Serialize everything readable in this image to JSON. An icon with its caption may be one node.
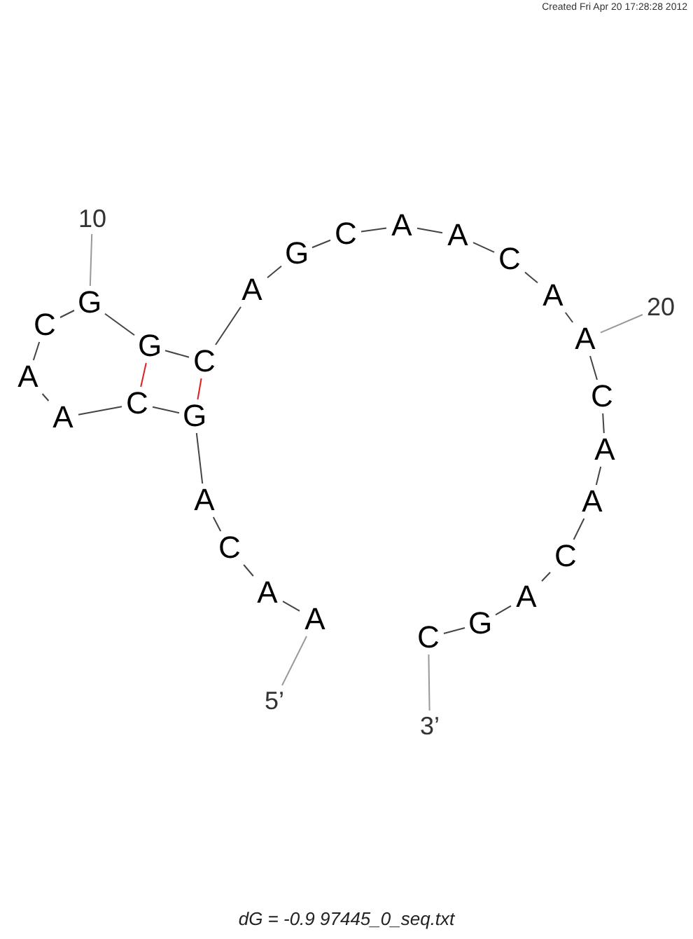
{
  "diagram": {
    "caption": "dG = -0.9 97445_0_seq.txt",
    "nodes": [
      {
        "text": [
          "A"
        ]
      },
      {
        "text": [
          "A"
        ]
      },
      {
        "text": [
          "C"
        ]
      },
      {
        "text": [
          "A"
        ]
      },
      {
        "text": [
          "G"
        ]
      },
      {
        "text": [
          "C"
        ]
      },
      {
        "text": [
          "A"
        ]
      },
      {
        "text": [
          "A"
        ]
      },
      {
        "text": [
          "C"
        ]
      },
      {
        "text": [
          "G"
        ]
      },
      {
        "text": [
          "G"
        ]
      },
      {
        "text": [
          "C"
        ]
      },
      {
        "text": [
          "A"
        ]
      },
      {
        "text": [
          "G"
        ]
      },
      {
        "text": [
          "C"
        ]
      },
      {
        "text": [
          "A"
        ]
      },
      {
        "text": [
          "A"
        ]
      },
      {
        "text": [
          "C"
        ]
      },
      {
        "text": [
          "A"
        ]
      },
      {
        "text": [
          "A"
        ]
      },
      {
        "text": [
          "C"
        ]
      },
      {
        "text": [
          "A"
        ]
      },
      {
        "text": [
          "A"
        ]
      },
      {
        "text": [
          "C"
        ]
      },
      {
        "text": [
          "A"
        ]
      },
      {
        "text": [
          "G"
        ]
      },
      {
        "text": [
          "C"
        ]
      },
      {
        "text": [
          "10"
        ]
      },
      {
        "text": [
          "20"
        ]
      },
      {
        "text": [
          "5’"
        ]
      },
      {
        "text": [
          "3’"
        ]
      }
    ],
    "edges": [
      {
        "from": 0,
        "to": 1,
        "arrow": "none"
      },
      {
        "from": 1,
        "to": 2,
        "arrow": "none"
      },
      {
        "from": 2,
        "to": 3,
        "arrow": "none"
      },
      {
        "from": 3,
        "to": 4,
        "arrow": "none"
      },
      {
        "from": 4,
        "to": 5,
        "arrow": "none"
      },
      {
        "from": 5,
        "to": 6,
        "arrow": "none"
      },
      {
        "from": 6,
        "to": 7,
        "arrow": "none"
      },
      {
        "from": 7,
        "to": 8,
        "arrow": "none"
      },
      {
        "from": 8,
        "to": 9,
        "arrow": "none"
      },
      {
        "from": 9,
        "to": 10,
        "arrow": "none"
      },
      {
        "from": 10,
        "to": 11,
        "arrow": "none"
      },
      {
        "from": 11,
        "to": 12,
        "arrow": "none"
      },
      {
        "from": 12,
        "to": 13,
        "arrow": "none"
      },
      {
        "from": 13,
        "to": 14,
        "arrow": "none"
      },
      {
        "from": 14,
        "to": 15,
        "arrow": "none"
      },
      {
        "from": 15,
        "to": 16,
        "arrow": "none"
      },
      {
        "from": 16,
        "to": 17,
        "arrow": "none"
      },
      {
        "from": 17,
        "to": 18,
        "arrow": "none"
      },
      {
        "from": 18,
        "to": 19,
        "arrow": "none"
      },
      {
        "from": 19,
        "to": 20,
        "arrow": "none"
      },
      {
        "from": 20,
        "to": 21,
        "arrow": "none"
      },
      {
        "from": 21,
        "to": 22,
        "arrow": "none"
      },
      {
        "from": 22,
        "to": 23,
        "arrow": "none"
      },
      {
        "from": 23,
        "to": 24,
        "arrow": "none"
      },
      {
        "from": 24,
        "to": 25,
        "arrow": "none"
      },
      {
        "from": 25,
        "to": 26,
        "arrow": "none"
      },
      {
        "from": 4,
        "to": 11,
        "arrow": "none",
        "color": "#e02020"
      },
      {
        "from": 5,
        "to": 10,
        "arrow": "none",
        "color": "#e02020"
      },
      {
        "from": 27,
        "to": 9,
        "arrow": "none",
        "color": "#999999"
      },
      {
        "from": 28,
        "to": 19,
        "arrow": "none",
        "color": "#999999"
      },
      {
        "from": 29,
        "to": 0,
        "arrow": "none",
        "color": "#999999"
      },
      {
        "from": 30,
        "to": 26,
        "arrow": "none",
        "color": "#999999"
      }
    ],
    "labels": [
      "Created Fri Apr 20 17:28:28 2012"
    ]
  }
}
